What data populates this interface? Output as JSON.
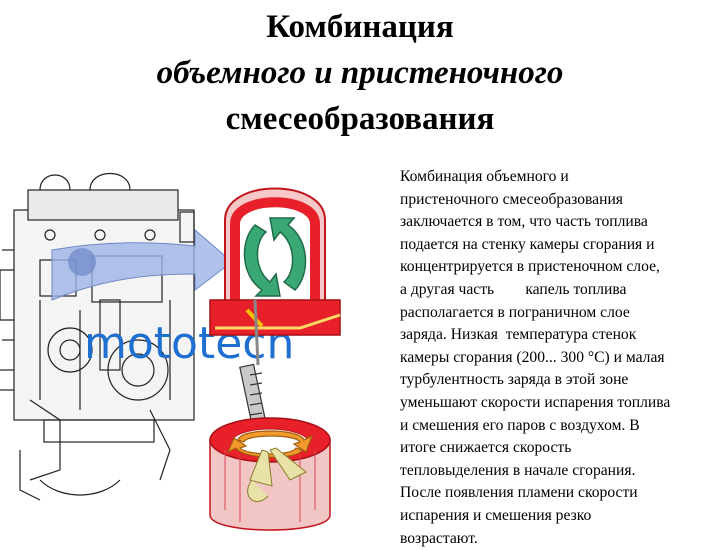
{
  "slide": {
    "title_line1": "Комбинация",
    "title_line2": "объемного и пристеночного",
    "title_line3": "смесеобразования",
    "body_lines": [
      "Комбинация объемного и",
      "пристеночного смесеобразования",
      "заключается в том, что часть топлива",
      "подается на стенку камеры сгорания и",
      "концентрируется в пристеночном слое,",
      "а другая часть        капель топлива",
      "располагается в пограничном слое",
      "заряда. Низкая  температура стенок",
      "камеры сгорания (200... 300 °С) и малая",
      "турбулентность заряда в этой зоне",
      "уменьшают скорости испарения топлива",
      "и смешения его паров с воздухом. В",
      "итоге снижается скорость",
      "тепловыделения в начале сгорания.",
      "После появления пламени скорости",
      "испарения и смешения резко",
      "возрастают."
    ]
  },
  "figure": {
    "watermark": "mototech",
    "icons": [
      "engine-cutaway-icon",
      "flow-arrow-icon",
      "combustion-chamber-icon",
      "swirl-arrows-icon",
      "fuel-injector-icon",
      "piston-bowl-icon",
      "fuel-spray-icon"
    ],
    "colors": {
      "chamber_red": "#e8202a",
      "swirl_green": "#3aa874",
      "arrow_blue": "#9fb4e6",
      "swirl_orange": "#f29a2e",
      "watermark_blue": "#1f6fd1"
    }
  }
}
